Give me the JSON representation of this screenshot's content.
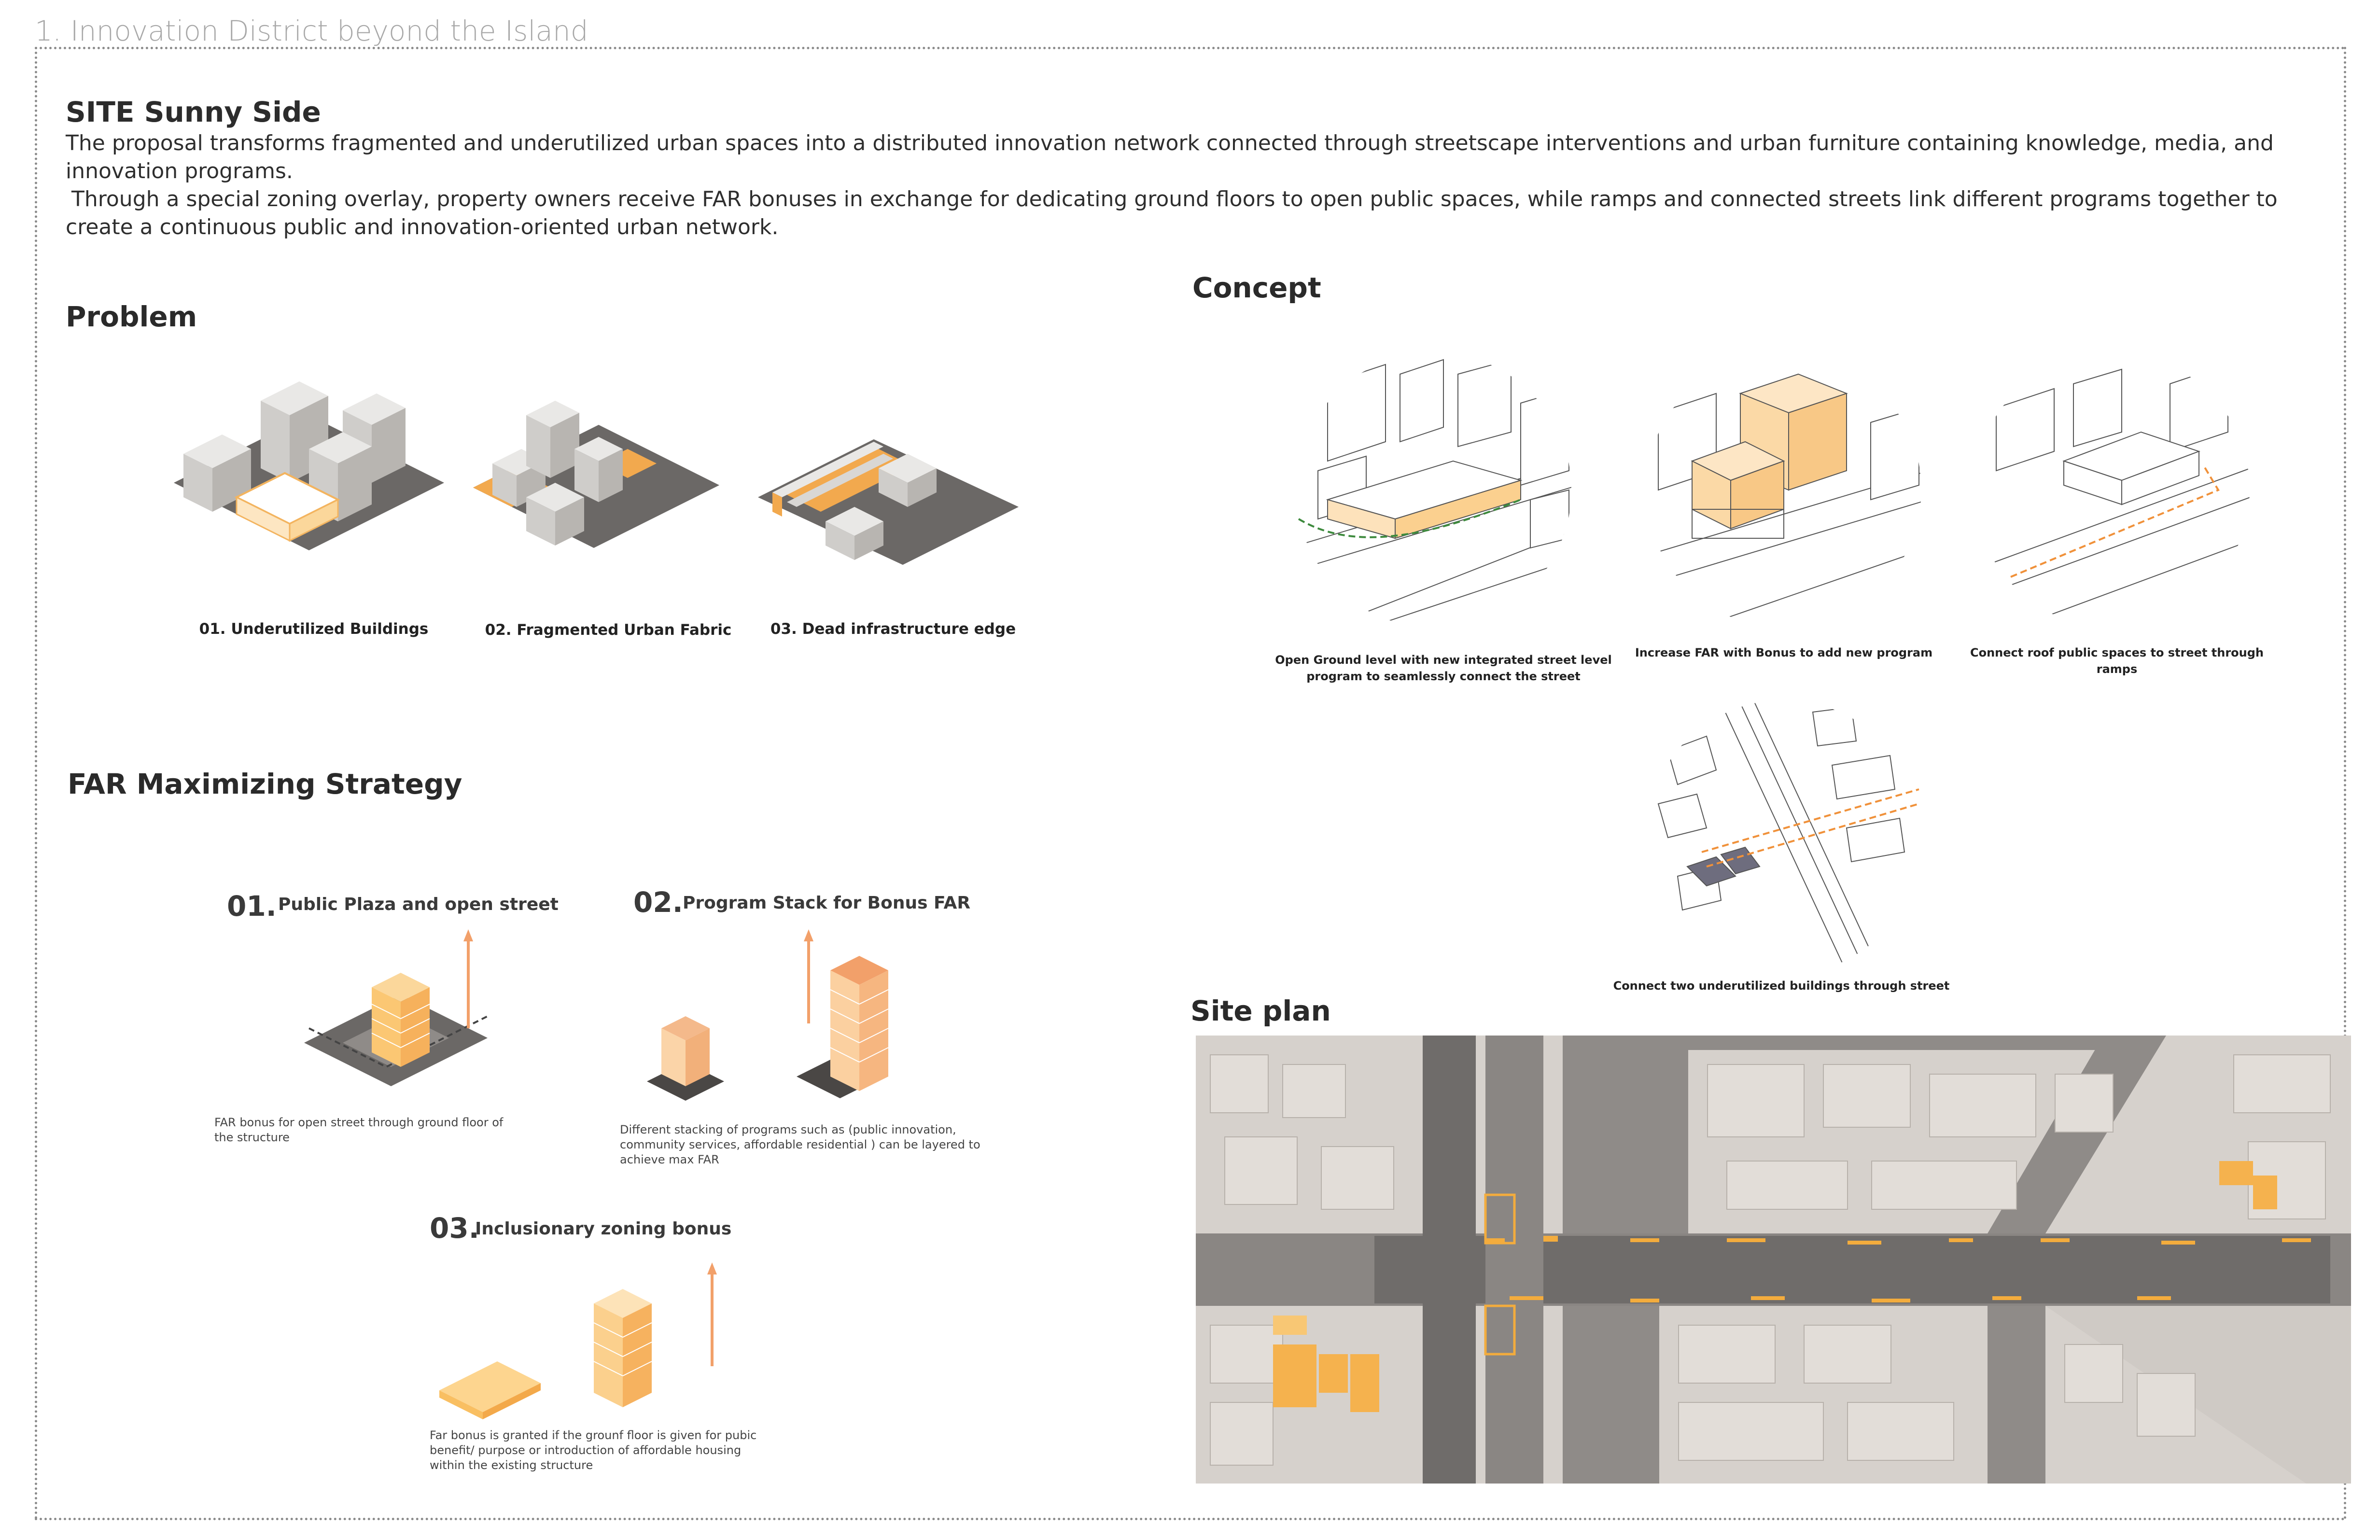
{
  "header": {
    "page_label": "1. Innovation District beyond the Island",
    "site_title": "SITE Sunny Side",
    "intro": [
      "The proposal transforms fragmented and underutilized urban spaces into a distributed innovation network connected through streetscape interventions and urban furniture containing knowledge, media, and innovation programs.",
      "Through a special zoning overlay, property owners receive FAR bonuses in exchange for dedicating ground floors to open public spaces, while ramps and connected streets link different programs together to create a continuous public and innovation-oriented urban network."
    ]
  },
  "problem": {
    "title": "Problem",
    "items": [
      {
        "caption": "01. Underutilized Buildings"
      },
      {
        "caption": "02. Fragmented Urban Fabric"
      },
      {
        "caption": "03. Dead infrastructure edge"
      }
    ]
  },
  "concept": {
    "title": "Concept",
    "items": [
      {
        "caption": "Open Ground level with new integrated street level program to seamlessly connect the street"
      },
      {
        "caption": "Increase FAR with Bonus to add new program"
      },
      {
        "caption": "Connect roof public spaces to street through ramps"
      },
      {
        "caption": "Connect two underutilized buildings through street"
      }
    ]
  },
  "far": {
    "title": "FAR Maximizing Strategy",
    "steps": [
      {
        "num": "01.",
        "title": "Public Plaza and open street",
        "note": "FAR bonus for open street through ground floor of the structure"
      },
      {
        "num": "02.",
        "title": "Program Stack for Bonus FAR",
        "note": "Different stacking of programs such as (public innovation, community services, affordable residential ) can be layered to achieve max FAR"
      },
      {
        "num": "03.",
        "title": "Inclusionary zoning bonus",
        "note": "Far bonus is granted if the grounf floor is given for pubic benefit/ purpose or introduction of affordable housing within the existing structure"
      }
    ]
  },
  "site_plan": {
    "title": "Site plan"
  },
  "colors": {
    "accent": "#f2a94e",
    "accent_light": "#fbd79b",
    "dark": "#6b6866",
    "building": "#d9d7d4",
    "road": "#8f8b88"
  }
}
